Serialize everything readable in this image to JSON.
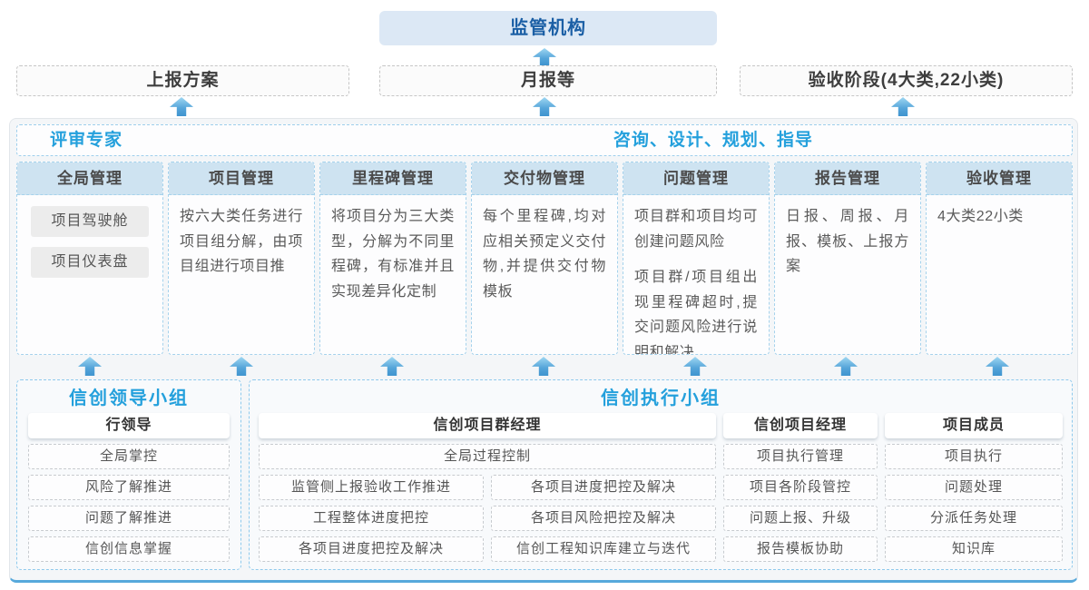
{
  "top": {
    "title": "监管机构"
  },
  "flow": [
    {
      "label": "上报方案"
    },
    {
      "label": "月报等"
    },
    {
      "label": "验收阶段(4大类,22小类)"
    }
  ],
  "main": {
    "left_title": "评审专家",
    "center_title": "咨询、设计、规划、指导",
    "columns": [
      {
        "header": "全局管理",
        "items": [
          "项目驾驶舱",
          "项目仪表盘"
        ]
      },
      {
        "header": "项目管理",
        "paragraphs": [
          "按六大类任务进行项目组分解，由项目组进行项目推"
        ]
      },
      {
        "header": "里程碑管理",
        "paragraphs": [
          "将项目分为三大类型，分解为不同里程碑，有标准并且实现差异化定制"
        ]
      },
      {
        "header": "交付物管理",
        "paragraphs": [
          "每个里程碑,均对应相关预定义交付物,并提供交付物模板"
        ]
      },
      {
        "header": "问题管理",
        "paragraphs": [
          "项目群和项目均可创建问题风险",
          "项目群/项目组出现里程碑超时,提交问题风险进行说明和解决"
        ]
      },
      {
        "header": "报告管理",
        "paragraphs": [
          "日报、周报、月报、模板、上报方案"
        ]
      },
      {
        "header": "验收管理",
        "paragraphs": [
          "4大类22小类"
        ]
      }
    ]
  },
  "bottom": {
    "leader": {
      "title": "信创领导小组",
      "role": "行领导",
      "items": [
        "全局掌控",
        "风险了解推进",
        "问题了解推进",
        "信创信息掌握"
      ]
    },
    "exec": {
      "title": "信创执行小组",
      "group": {
        "role": "信创项目群经理",
        "span_item": "全局过程控制",
        "left_items": [
          "监管侧上报验收工作推进",
          "工程整体进度把控",
          "各项目进度把控及解决"
        ],
        "right_items": [
          "各项目进度把控及解决",
          "各项目风险把控及解决",
          "信创工程知识库建立与迭代"
        ]
      },
      "pm": {
        "role": "信创项目经理",
        "items": [
          "项目执行管理",
          "项目各阶段管控",
          "问题上报、升级",
          "报告模板协助"
        ]
      },
      "member": {
        "role": "项目成员",
        "items": [
          "项目执行",
          "问题处理",
          "分派任务处理",
          "知识库"
        ]
      }
    }
  },
  "colors": {
    "accent_blue": "#24a0dc",
    "dark_blue_text": "#1b5fa5",
    "top_box_bg": "#dce8f5",
    "column_header_bg": "#cee3f1",
    "dashed_blue_border": "#a5d2ec",
    "arrow_blue": "#4096d0",
    "panel_bg": "#f4f6f8",
    "panel_bottom_border": "#57a9db"
  }
}
